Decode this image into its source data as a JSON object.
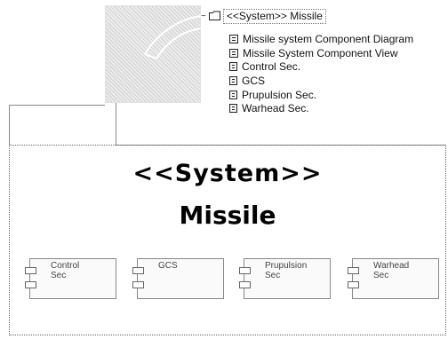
{
  "tree": {
    "root_label": "<<System>> Missile",
    "expander": "−",
    "items": [
      {
        "label": "Missile system Component Diagram",
        "icon": "diagram-icon"
      },
      {
        "label": "Missile System Component View",
        "icon": "diagram-icon"
      },
      {
        "label": "Control Sec.",
        "icon": "component-icon"
      },
      {
        "label": "GCS",
        "icon": "component-icon"
      },
      {
        "label": "Prupulsion Sec.",
        "icon": "component-icon"
      },
      {
        "label": "Warhead Sec.",
        "icon": "component-icon"
      }
    ]
  },
  "diagram": {
    "stereotype": "<<System>>",
    "name": "Missile",
    "components": [
      {
        "label": "Control\nSec"
      },
      {
        "label": "GCS"
      },
      {
        "label": "Prupulsion\nSec"
      },
      {
        "label": "Warhead\nSec"
      }
    ]
  }
}
